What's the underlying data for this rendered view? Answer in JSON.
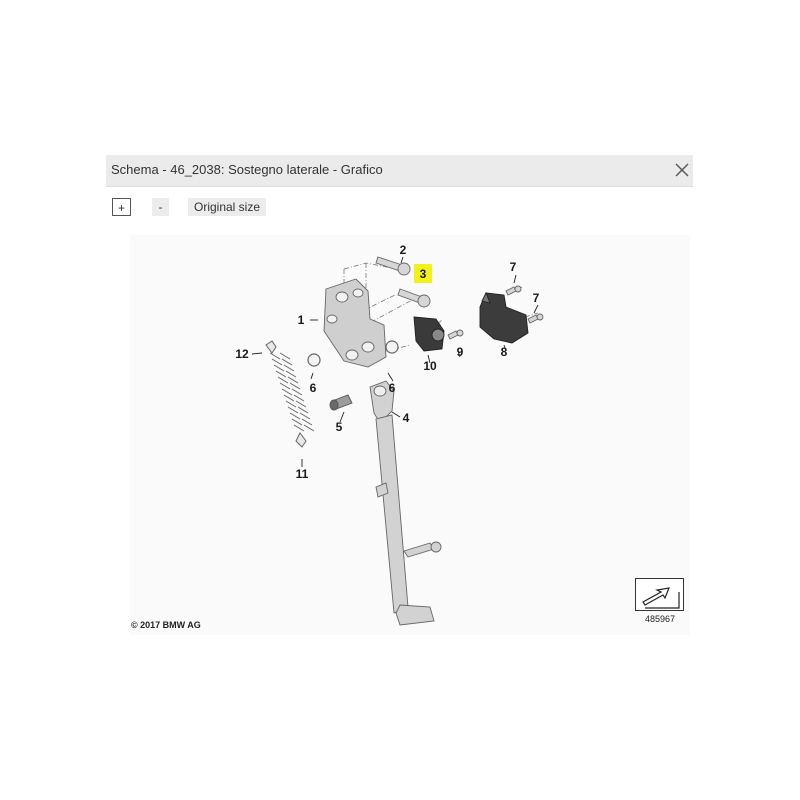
{
  "window": {
    "title": "Schema - 46_2038: Sostegno laterale - Grafico"
  },
  "toolbar": {
    "zoom_in_label": "+",
    "zoom_out_label": "-",
    "original_size_label": "Original size"
  },
  "diagram": {
    "highlighted_part": "3",
    "callouts": [
      {
        "id": "1",
        "label": "1"
      },
      {
        "id": "2",
        "label": "2"
      },
      {
        "id": "3",
        "label": "3"
      },
      {
        "id": "4",
        "label": "4"
      },
      {
        "id": "5",
        "label": "5"
      },
      {
        "id": "6a",
        "label": "6"
      },
      {
        "id": "6b",
        "label": "6"
      },
      {
        "id": "7a",
        "label": "7"
      },
      {
        "id": "7b",
        "label": "7"
      },
      {
        "id": "8",
        "label": "8"
      },
      {
        "id": "9",
        "label": "9"
      },
      {
        "id": "10",
        "label": "10"
      },
      {
        "id": "11",
        "label": "11"
      },
      {
        "id": "12",
        "label": "12"
      }
    ],
    "copyright": "© 2017 BMW AG",
    "reference_number": "485967"
  },
  "colors": {
    "highlight": "#f2f21a",
    "titlebar": "#ebebeb",
    "part_fill": "#c8c8c8",
    "part_stroke": "#666666"
  },
  "icons": {
    "close": "close-icon",
    "navigator": "diagram-navigator-icon"
  }
}
